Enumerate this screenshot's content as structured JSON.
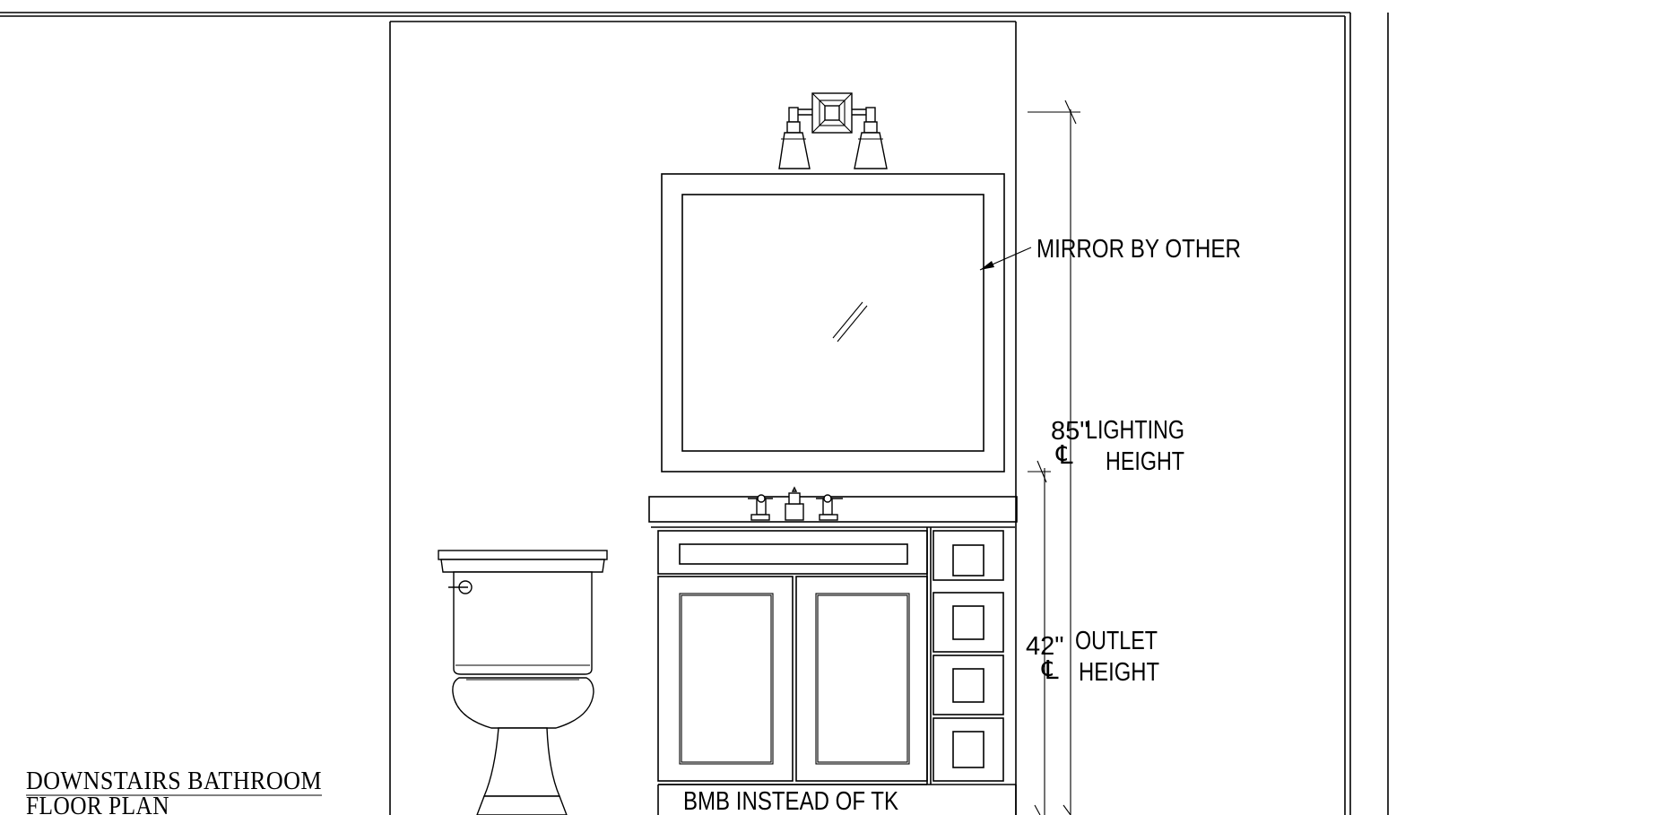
{
  "title_block": {
    "line1": "DOWNSTAIRS BATHROOM",
    "line2": "FLOOR PLAN"
  },
  "annotations": {
    "mirror_note": "MIRROR BY OTHER",
    "lighting_dim": "85\"",
    "lighting_note_1": "LIGHTING",
    "lighting_note_2": "HEIGHT",
    "outlet_dim": "42\"",
    "outlet_note_1": "OUTLET",
    "outlet_note_2": "HEIGHT",
    "vanity_note": "BMB INSTEAD OF TK",
    "centerline_symbol": "℄"
  }
}
